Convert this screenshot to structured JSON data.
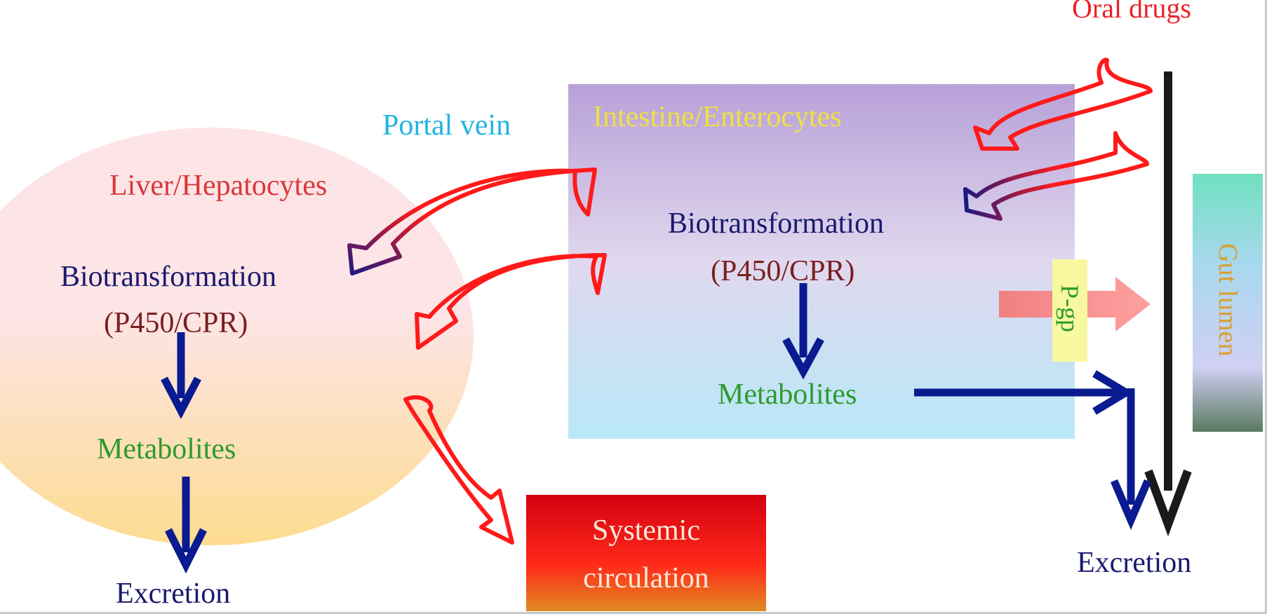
{
  "labels": {
    "oral_drugs": "Oral drugs",
    "portal_vein": "Portal vein",
    "intestine": "Intestine/Enterocytes",
    "liver": "Liver/Hepatocytes",
    "liver_biotransformation": "Biotransformation",
    "liver_enzymes": "(P450/CPR)",
    "liver_metabolites": "Metabolites",
    "liver_excretion": "Excretion",
    "intestine_biotransformation": "Biotransformation",
    "intestine_enzymes": "(P450/CPR)",
    "intestine_metabolites": "Metabolites",
    "pgp": "P-gp",
    "gut_lumen": "Gut lumen",
    "systemic_line1": "Systemic",
    "systemic_line2": "circulation",
    "right_excretion": "Excretion"
  },
  "colors": {
    "red_text": "#e8242a",
    "navy_text": "#1a1a6e",
    "maroon_text": "#7a1f1f",
    "green_text": "#2e9a2e",
    "cyan_text": "#20b4e0",
    "yellow_text": "#f0e040",
    "liver_red_text": "#d8383a",
    "gut_lumen_text": "#d8a030",
    "arrow_navy": "#0a1a90",
    "arrow_black": "#1a1a1a",
    "arrow_red": "#ff2020"
  }
}
